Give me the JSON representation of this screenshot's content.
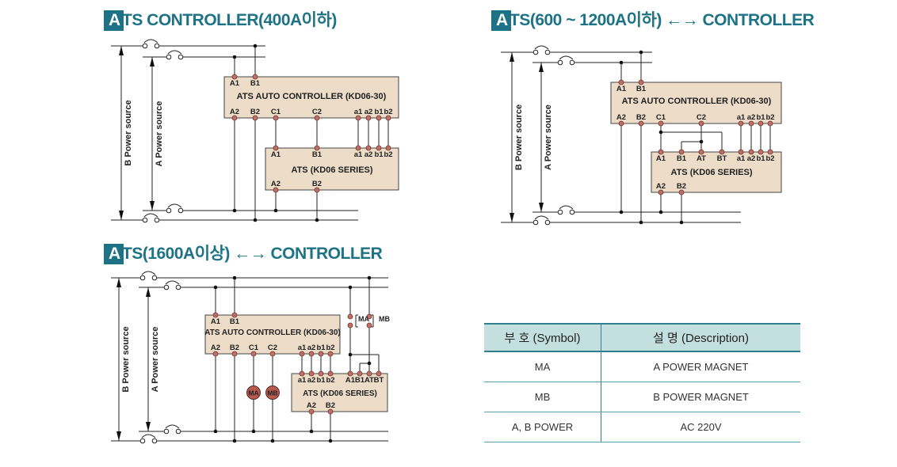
{
  "titles": {
    "d1": {
      "lead": "A",
      "rest": "TS CONTROLLER(400A이하)"
    },
    "d2": {
      "lead": "A",
      "rest": "TS(600 ~ 1200A이하) ←→ CONTROLLER"
    },
    "d3": {
      "lead": "A",
      "rest": "TS(1600A이상) ←→ CONTROLLER"
    }
  },
  "labels": {
    "b_power": "B Power source",
    "a_power": "A Power source",
    "controller_title": "ATS AUTO CONTROLLER (KD06-30)",
    "ats_title": "ATS (KD06 SERIES)"
  },
  "terminals": {
    "A1": "A1",
    "B1": "B1",
    "A2": "A2",
    "B2": "B2",
    "C1": "C1",
    "C2": "C2",
    "a1": "a1",
    "a2": "a2",
    "b1": "b1",
    "b2": "b2",
    "AT": "AT",
    "BT": "BT"
  },
  "magnets": {
    "MA": "MA",
    "MB": "MB"
  },
  "table": {
    "headers": [
      "부 호 (Symbol)",
      "설 명 (Description)"
    ],
    "rows": [
      [
        "MA",
        "A POWER MAGNET"
      ],
      [
        "MB",
        "B POWER MAGNET"
      ],
      [
        "A, B POWER",
        "AC 220V"
      ]
    ]
  }
}
